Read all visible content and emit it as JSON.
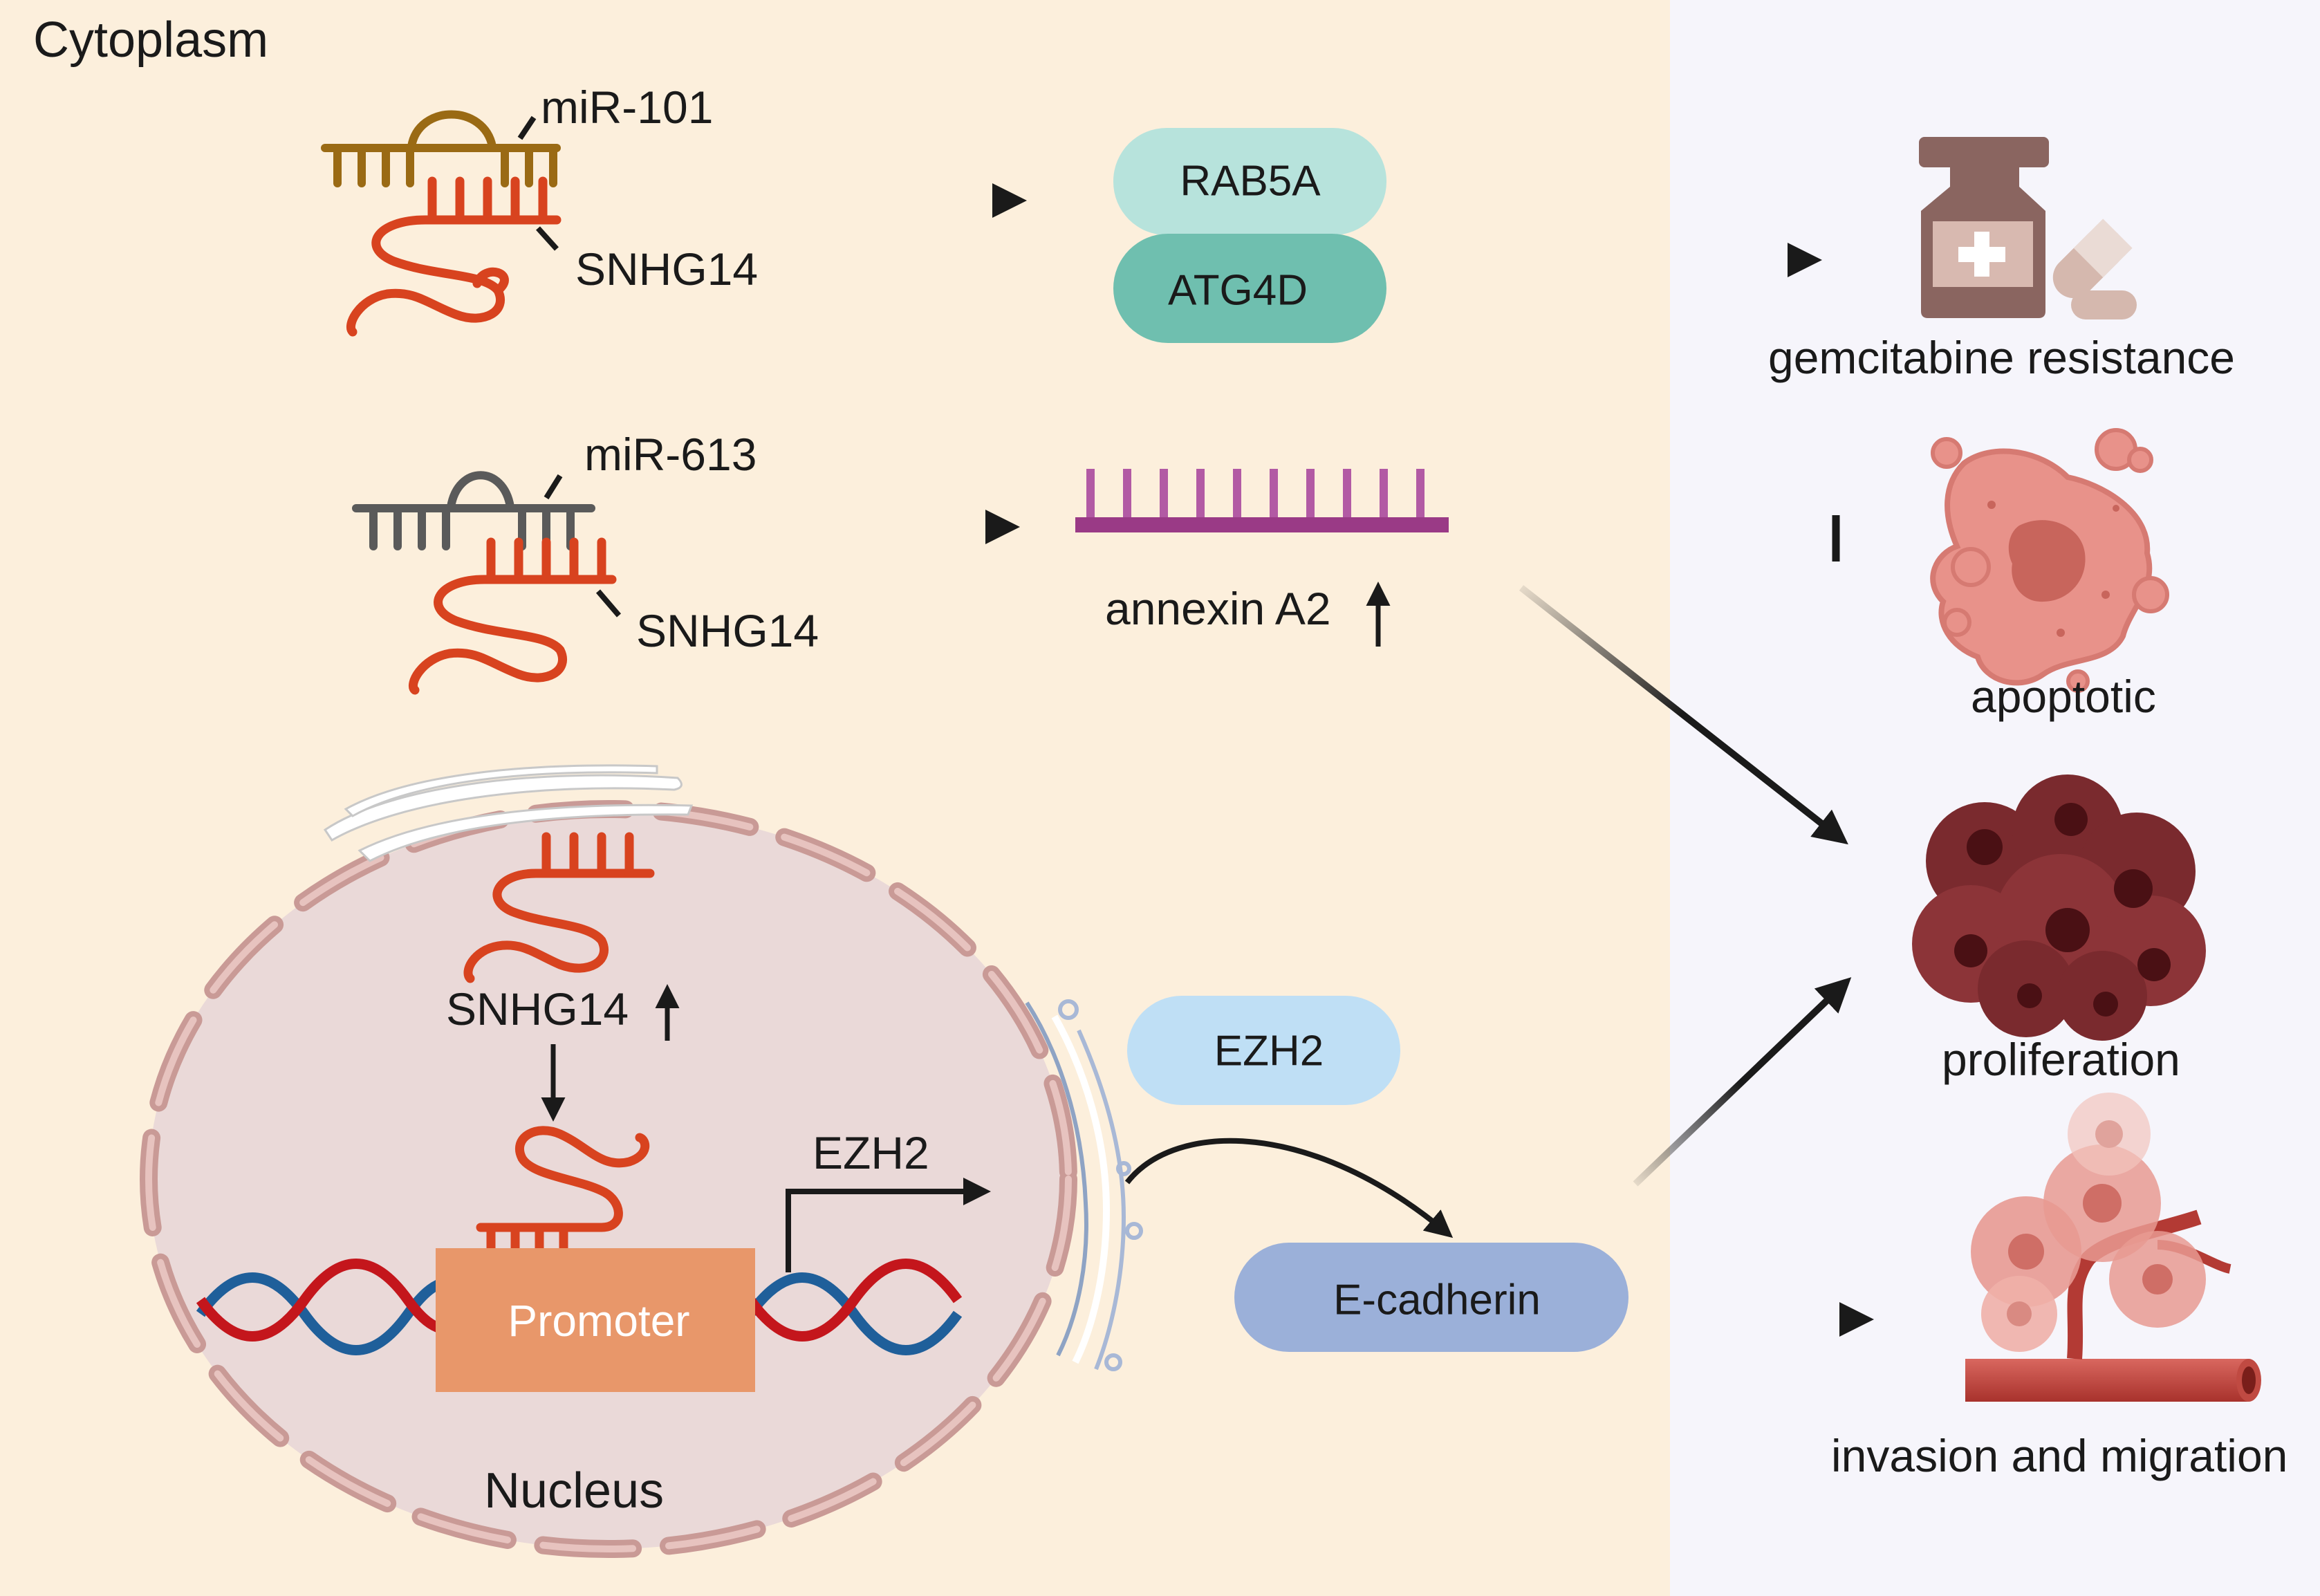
{
  "regions": {
    "cytoplasm": "Cytoplasm",
    "nucleus": "Nucleus"
  },
  "labels": {
    "mir101": "miR-101",
    "snhg14_a": "SNHG14",
    "mir613": "miR-613",
    "snhg14_b": "SNHG14",
    "snhg14_nuc": "SNHG14",
    "ezh2_gene": "EZH2",
    "promoter": "Promoter",
    "annexin": "annexin A2"
  },
  "proteins": {
    "rab5a": "RAB5A",
    "atg4d": "ATG4D",
    "ezh2": "EZH2",
    "ecadherin": "E-cadherin"
  },
  "outcomes": {
    "gemcitabine": "gemcitabine resistance",
    "apoptotic": "apoptotic",
    "proliferation": "proliferation",
    "invasion": "invasion and migration"
  },
  "colors": {
    "cytoplasm_bg": "#fcefdc",
    "right_bg": "#f6f5fb",
    "rna_red": "#d8431f",
    "mir101": "#9a6a14",
    "mir613": "#5a5a5a",
    "annexin": "#9a3a86",
    "rab5a": "#b7e3dc",
    "atg4d": "#6fbfaf",
    "ezh2": "#bfdff5",
    "ecadherin": "#9bb0d9",
    "promoter": "#e8976a",
    "dna_red": "#c4161c",
    "dna_blue": "#1f5f9a",
    "nucleus_fill": "#ead9d8",
    "nucleus_membrane": "#c99a96"
  }
}
